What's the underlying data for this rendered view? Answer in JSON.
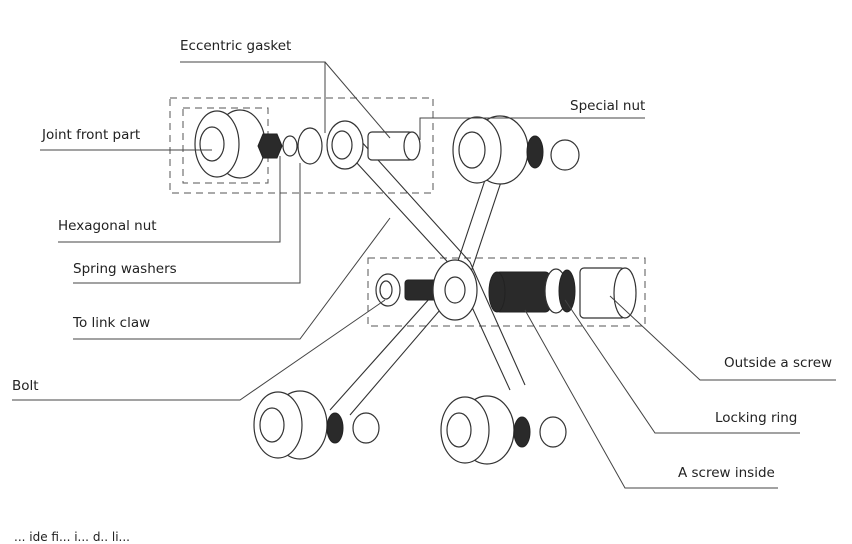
{
  "labels": {
    "eccentric_gasket": "Eccentric gasket",
    "joint_front_part": "Joint front part",
    "special_nut": "Special nut",
    "hexagonal_nut": "Hexagonal nut",
    "spring_washers": "Spring washers",
    "to_link_claw": "To link claw",
    "bolt": "Bolt",
    "outside_a_screw": "Outside a screw",
    "locking_ring": "Locking ring",
    "a_screw_inside": "A screw inside"
  },
  "footer_text": "... ide fi... i... d.. li... "
}
